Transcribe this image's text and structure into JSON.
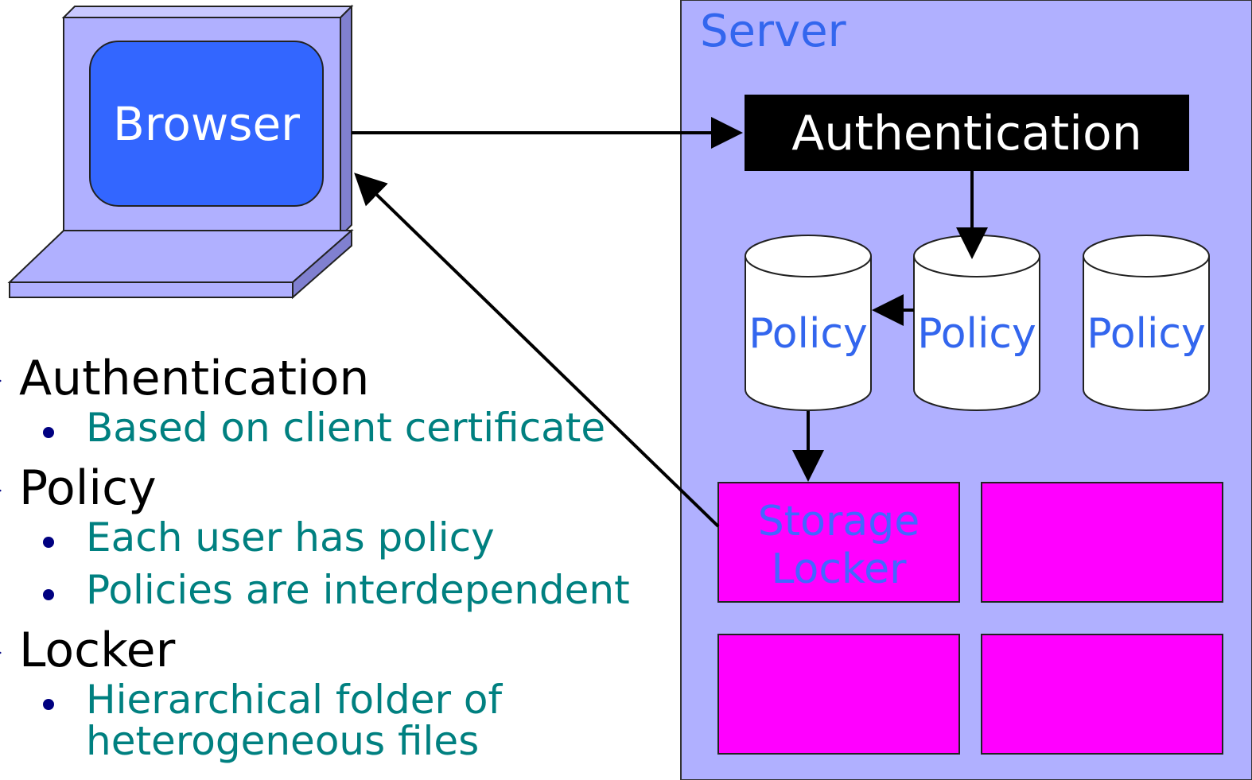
{
  "server": {
    "title": "Server"
  },
  "browser": {
    "label": "Browser"
  },
  "authentication_box": {
    "label": "Authentication"
  },
  "policies": [
    {
      "label": "Policy"
    },
    {
      "label": "Policy"
    },
    {
      "label": "Policy"
    }
  ],
  "storage_locker": {
    "label": "Storage Locker"
  },
  "bullets": [
    {
      "heading": "Authentication",
      "items": [
        "Based on client certificate"
      ]
    },
    {
      "heading": "Policy",
      "items": [
        "Each user has policy",
        "Policies are interdependent"
      ]
    },
    {
      "heading": "Locker",
      "items": [
        "Hierarchical folder of heterogeneous files"
      ]
    }
  ],
  "colors": {
    "server_bg": "#b0b0ff",
    "browser_screen": "#3366ff",
    "auth_box": "#000000",
    "locker": "#ff00ff",
    "policy_text": "#3366ee",
    "bullet_main": "#000000",
    "bullet_sub": "#008080",
    "bullet_marker": "#000080"
  }
}
